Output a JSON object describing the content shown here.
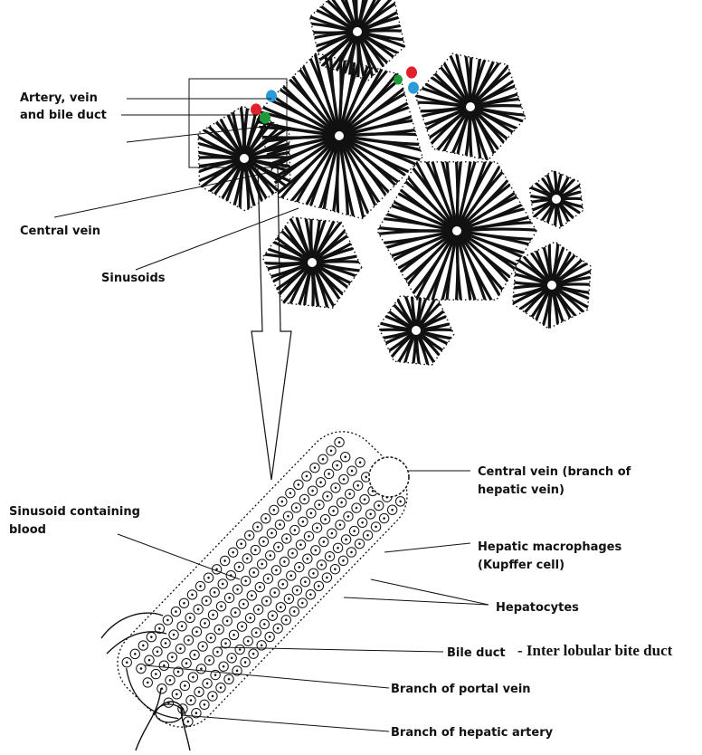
{
  "top_labels": {
    "artery_line1": "Artery, vein",
    "artery_line2": "and bile duct",
    "central_vein": "Central vein",
    "sinusoids": "Sinusoids"
  },
  "bottom_labels": {
    "central_vein_line1": "Central vein (branch of",
    "central_vein_line2": "hepatic vein)",
    "sinusoid_line1": "Sinusoid containing",
    "sinusoid_line2": "blood",
    "macrophages_line1": "Hepatic macrophages",
    "macrophages_line2": "(Kupffer cell)",
    "hepatocytes": "Hepatocytes",
    "bile_duct": "Bile duct",
    "bile_duct_note": "- Inter lobular bite duct",
    "portal_vein": "Branch of portal vein",
    "hepatic_artery": "Branch of hepatic artery"
  },
  "colors": {
    "artery": "#e0202a",
    "vein": "#2a9ad8",
    "bile_duct": "#1f9a3a",
    "ink": "#111111"
  }
}
